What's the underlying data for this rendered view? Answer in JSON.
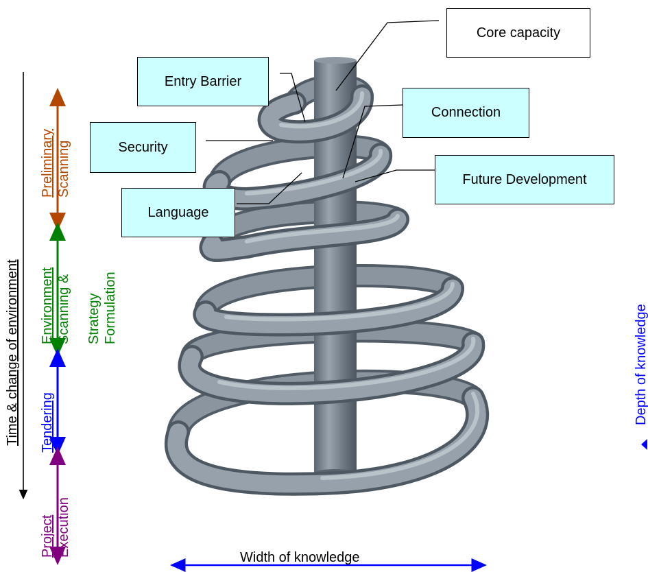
{
  "labels": {
    "core_capacity": "Core capacity",
    "entry_barrier": "Entry Barrier",
    "connection": "Connection",
    "security": "Security",
    "future_development": "Future Development",
    "language": "Language"
  },
  "axes": {
    "time": "Time & change of environment",
    "depth": "Depth of knowledge",
    "width": "Width of knowledge"
  },
  "phases": [
    {
      "line1": "Preliminary",
      "line2": "Scanning",
      "color": "#b34700"
    },
    {
      "line1": "Environment",
      "line2": "Scanning &",
      "line3": "Strategy",
      "line4": "Formulation",
      "color": "#008000"
    },
    {
      "line1": "Tendering",
      "color": "#0000ff"
    },
    {
      "line1": "Project",
      "line2": "Execution",
      "color": "#800080"
    }
  ],
  "colors": {
    "label_fill": "#ccffff",
    "rod": "#6b7682",
    "coil": "#8a959f"
  }
}
